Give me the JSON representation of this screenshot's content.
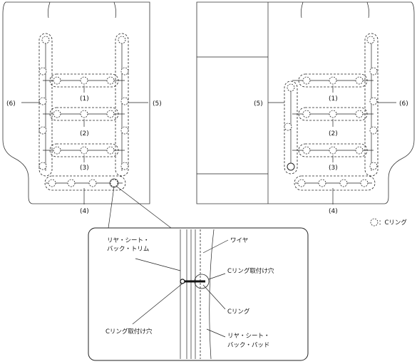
{
  "diagram": {
    "left_seat": {
      "labels": {
        "one": "(1)",
        "two": "(2)",
        "three": "(3)",
        "four": "(4)",
        "five": "(5)",
        "six": "(6)"
      }
    },
    "right_seat": {
      "labels": {
        "one": "(1)",
        "two": "(2)",
        "three": "(3)",
        "four": "(4)",
        "five": "(5)",
        "six": "(6)"
      }
    },
    "legend": {
      "text": "：Cリング"
    },
    "detail": {
      "trim_label_line1": "リヤ・シート・",
      "trim_label_line2": "バック・トリム",
      "wire_label": "ワイヤ",
      "hole_label_right": "Cリング取付け穴",
      "ring_label": "Cリング",
      "hole_label_left": "Cリング取付け穴",
      "pad_label_line1": "リヤ・シート・",
      "pad_label_line2": "バック・パッド"
    }
  }
}
